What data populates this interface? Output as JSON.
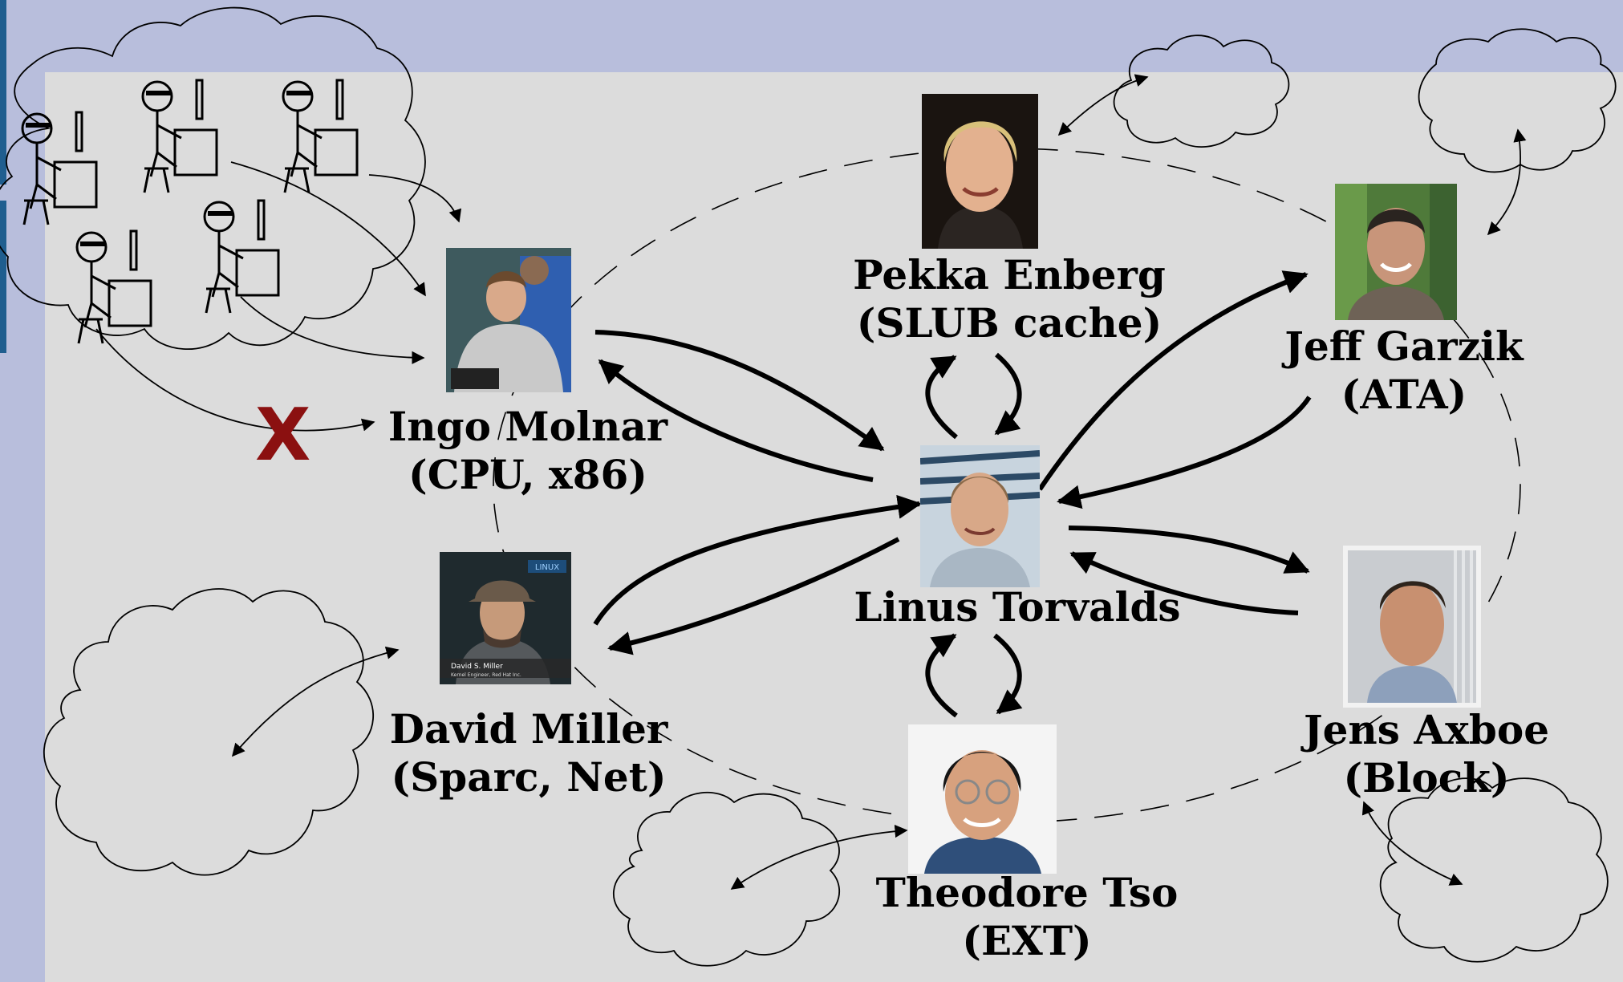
{
  "people": [
    {
      "id": "ingo-molnar",
      "name": "Ingo Molnar",
      "area": "(CPU, x86)"
    },
    {
      "id": "pekka-enberg",
      "name": "Pekka Enberg",
      "area": "(SLUB cache)"
    },
    {
      "id": "jeff-garzik",
      "name": "Jeff Garzik",
      "area": "(ATA)"
    },
    {
      "id": "linus-torvalds",
      "name": "Linus Torvalds",
      "area": ""
    },
    {
      "id": "david-miller",
      "name": "David Miller",
      "area": "(Sparc, Net)"
    },
    {
      "id": "jens-axboe",
      "name": "Jens Axboe",
      "area": "(Block)"
    },
    {
      "id": "theodore-tso",
      "name": "Theodore Tso",
      "area": "(EXT)"
    }
  ],
  "rejected_patch_mark": "X",
  "photo_captions": {
    "david_miller_name": "David S. Miller",
    "david_miller_title": "Kernel Engineer, Red Hat Inc.",
    "david_miller_logo": "LINUX"
  },
  "colors": {
    "background": "#dcdcdc",
    "header_band": "#b8bedc",
    "reject_mark": "#8b1010",
    "ink": "#000000"
  }
}
